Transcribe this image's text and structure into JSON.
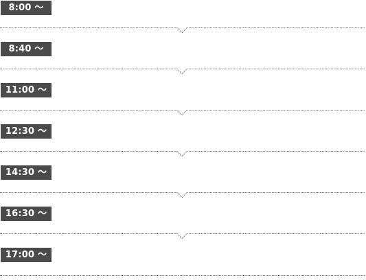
{
  "schedule": {
    "slots": [
      {
        "time": "8:00 〜"
      },
      {
        "time": "8:40 〜"
      },
      {
        "time": "11:00 〜"
      },
      {
        "time": "12:30 〜"
      },
      {
        "time": "14:30 〜"
      },
      {
        "time": "16:30 〜"
      },
      {
        "time": "17:00 〜"
      }
    ]
  },
  "colors": {
    "badge_background": "#4a4a4a",
    "badge_text": "#ffffff",
    "divider": "#555555"
  }
}
